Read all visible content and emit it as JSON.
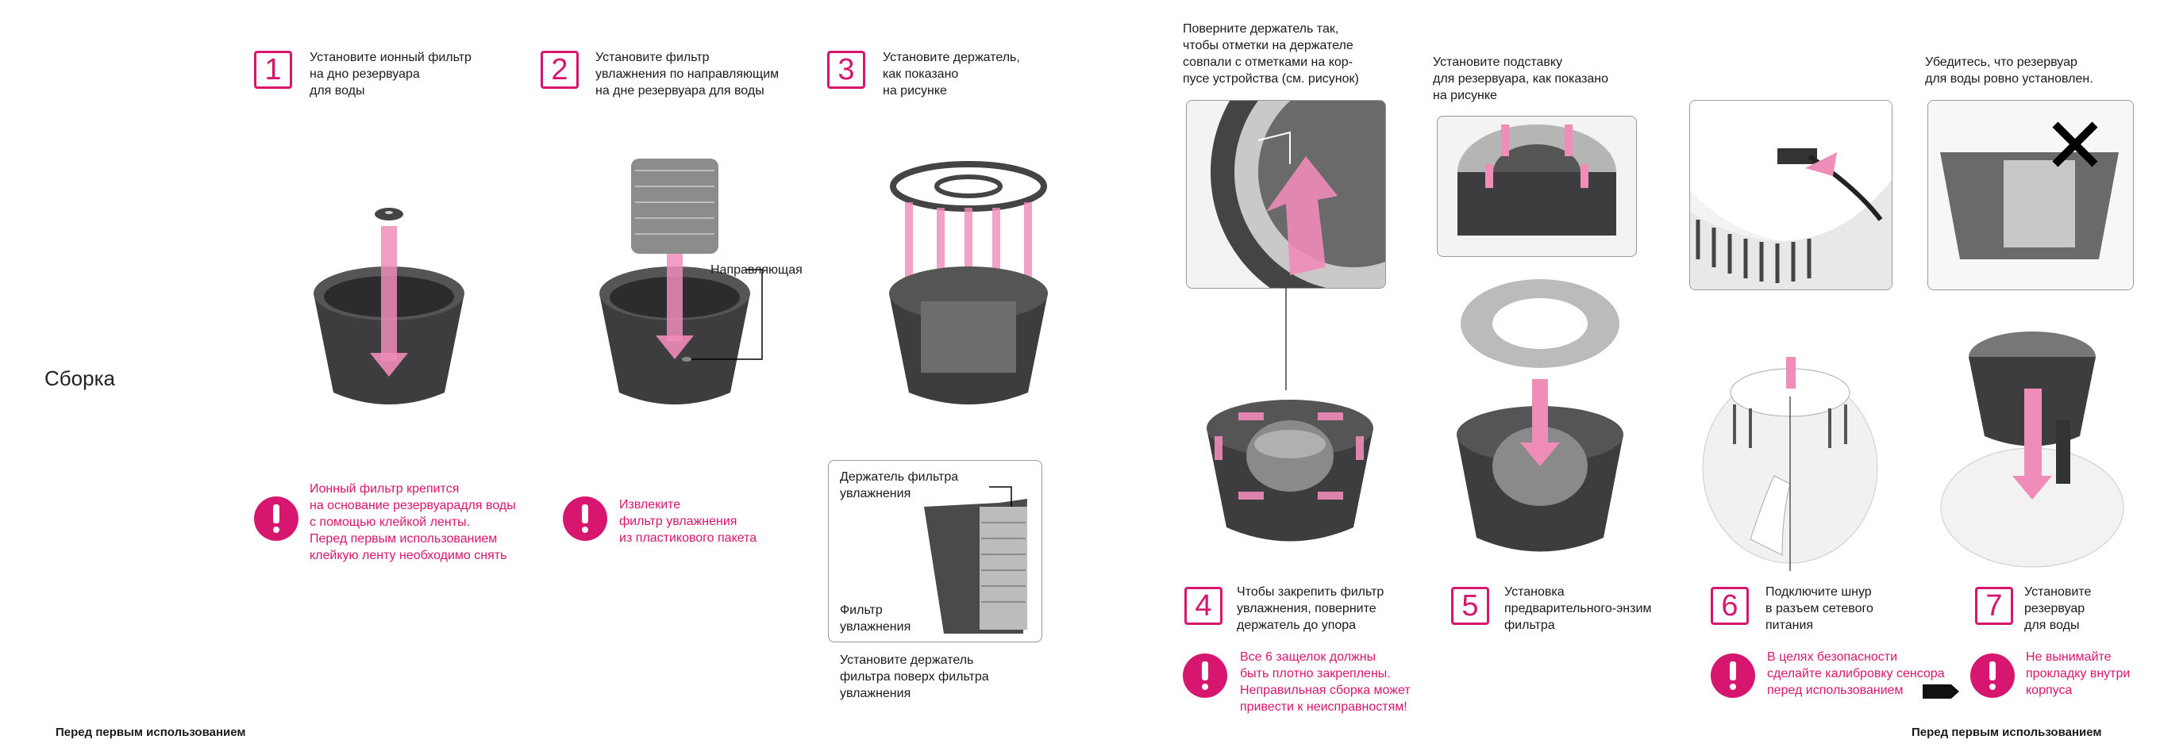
{
  "title": "Сборка",
  "footer": {
    "left": "Перед первым использованием",
    "right": "Перед первым использованием"
  },
  "steps": [
    {
      "num": "1",
      "text": "Установите ионный фильтр\nна дно резервуара\nдля воды"
    },
    {
      "num": "2",
      "text": "Установите фильтр\nувлажнения по направляющим\nна дне резервуара для воды"
    },
    {
      "num": "3",
      "text": "Установите держатель,\nкак показано\nна рисунке"
    },
    {
      "num": "4",
      "text": "Чтобы закрепить фильтр\nувлажнения, поверните\nдержатель до упора"
    },
    {
      "num": "5",
      "text": "Установка\nпредварительного-энзим\nфильтра"
    },
    {
      "num": "6",
      "text": "Подключите шнур\nв разъем сетевого\nпитания"
    },
    {
      "num": "7",
      "text": "Установите\nрезервуар\nдля воды"
    }
  ],
  "captions": {
    "guide_label": "Направляющая",
    "step4_top": "Поверните держатель так,\nчтобы отметки на держателе\nсовпали с отметками на кор-\nпусе устройства (см. рисунок)",
    "step5_top": "Установите подставку\nдля резервуара, как показано\nна рисунке",
    "step7_top": "Убедитесь, что резервуар\nдля воды ровно установлен.",
    "inset_holder": "Держатель фильтра\nувлажнения",
    "inset_filter": "Фильтр\nувлажнения",
    "inset_caption": "Установите держатель\nфильтра поверх фильтра\nувлажнения"
  },
  "warnings": {
    "w1": "Ионный фильтр крепится\nна основание резервуарадля воды\nс помощью клейкой ленты.\nПеред первым использованием\nклейкую ленту необходимо снять",
    "w2": "Извлеките\nфильтр увлажнения\nиз пластикового пакета",
    "w4": "Все 6 защелок должны\nбыть плотно закреплены.\nНеправильная сборка может\nпривести к неисправностям!",
    "w6": "В целях безопасности\nсделайте калибровку сенсора\nперед использованием",
    "w7": "Не вынимайте\nпрокладку внутри\nкорпуса"
  },
  "colors": {
    "accent": "#d6166f",
    "arrow": "#f08cb8",
    "body_dark": "#3d3d3f",
    "light": "#f3f3f3"
  }
}
